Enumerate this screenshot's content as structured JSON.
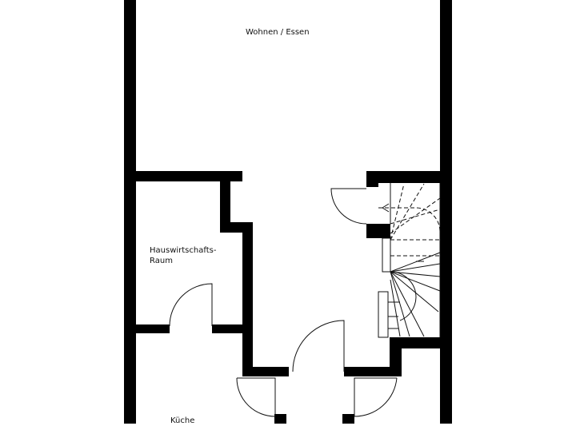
{
  "rooms": {
    "living_dining": "Wohnen / Essen",
    "utility_line1": "Hauswirtschafts-",
    "utility_line2": "Raum",
    "kitchen": "Küche"
  },
  "colors": {
    "wall": "#000000",
    "background": "#ffffff",
    "line": "#111111"
  }
}
